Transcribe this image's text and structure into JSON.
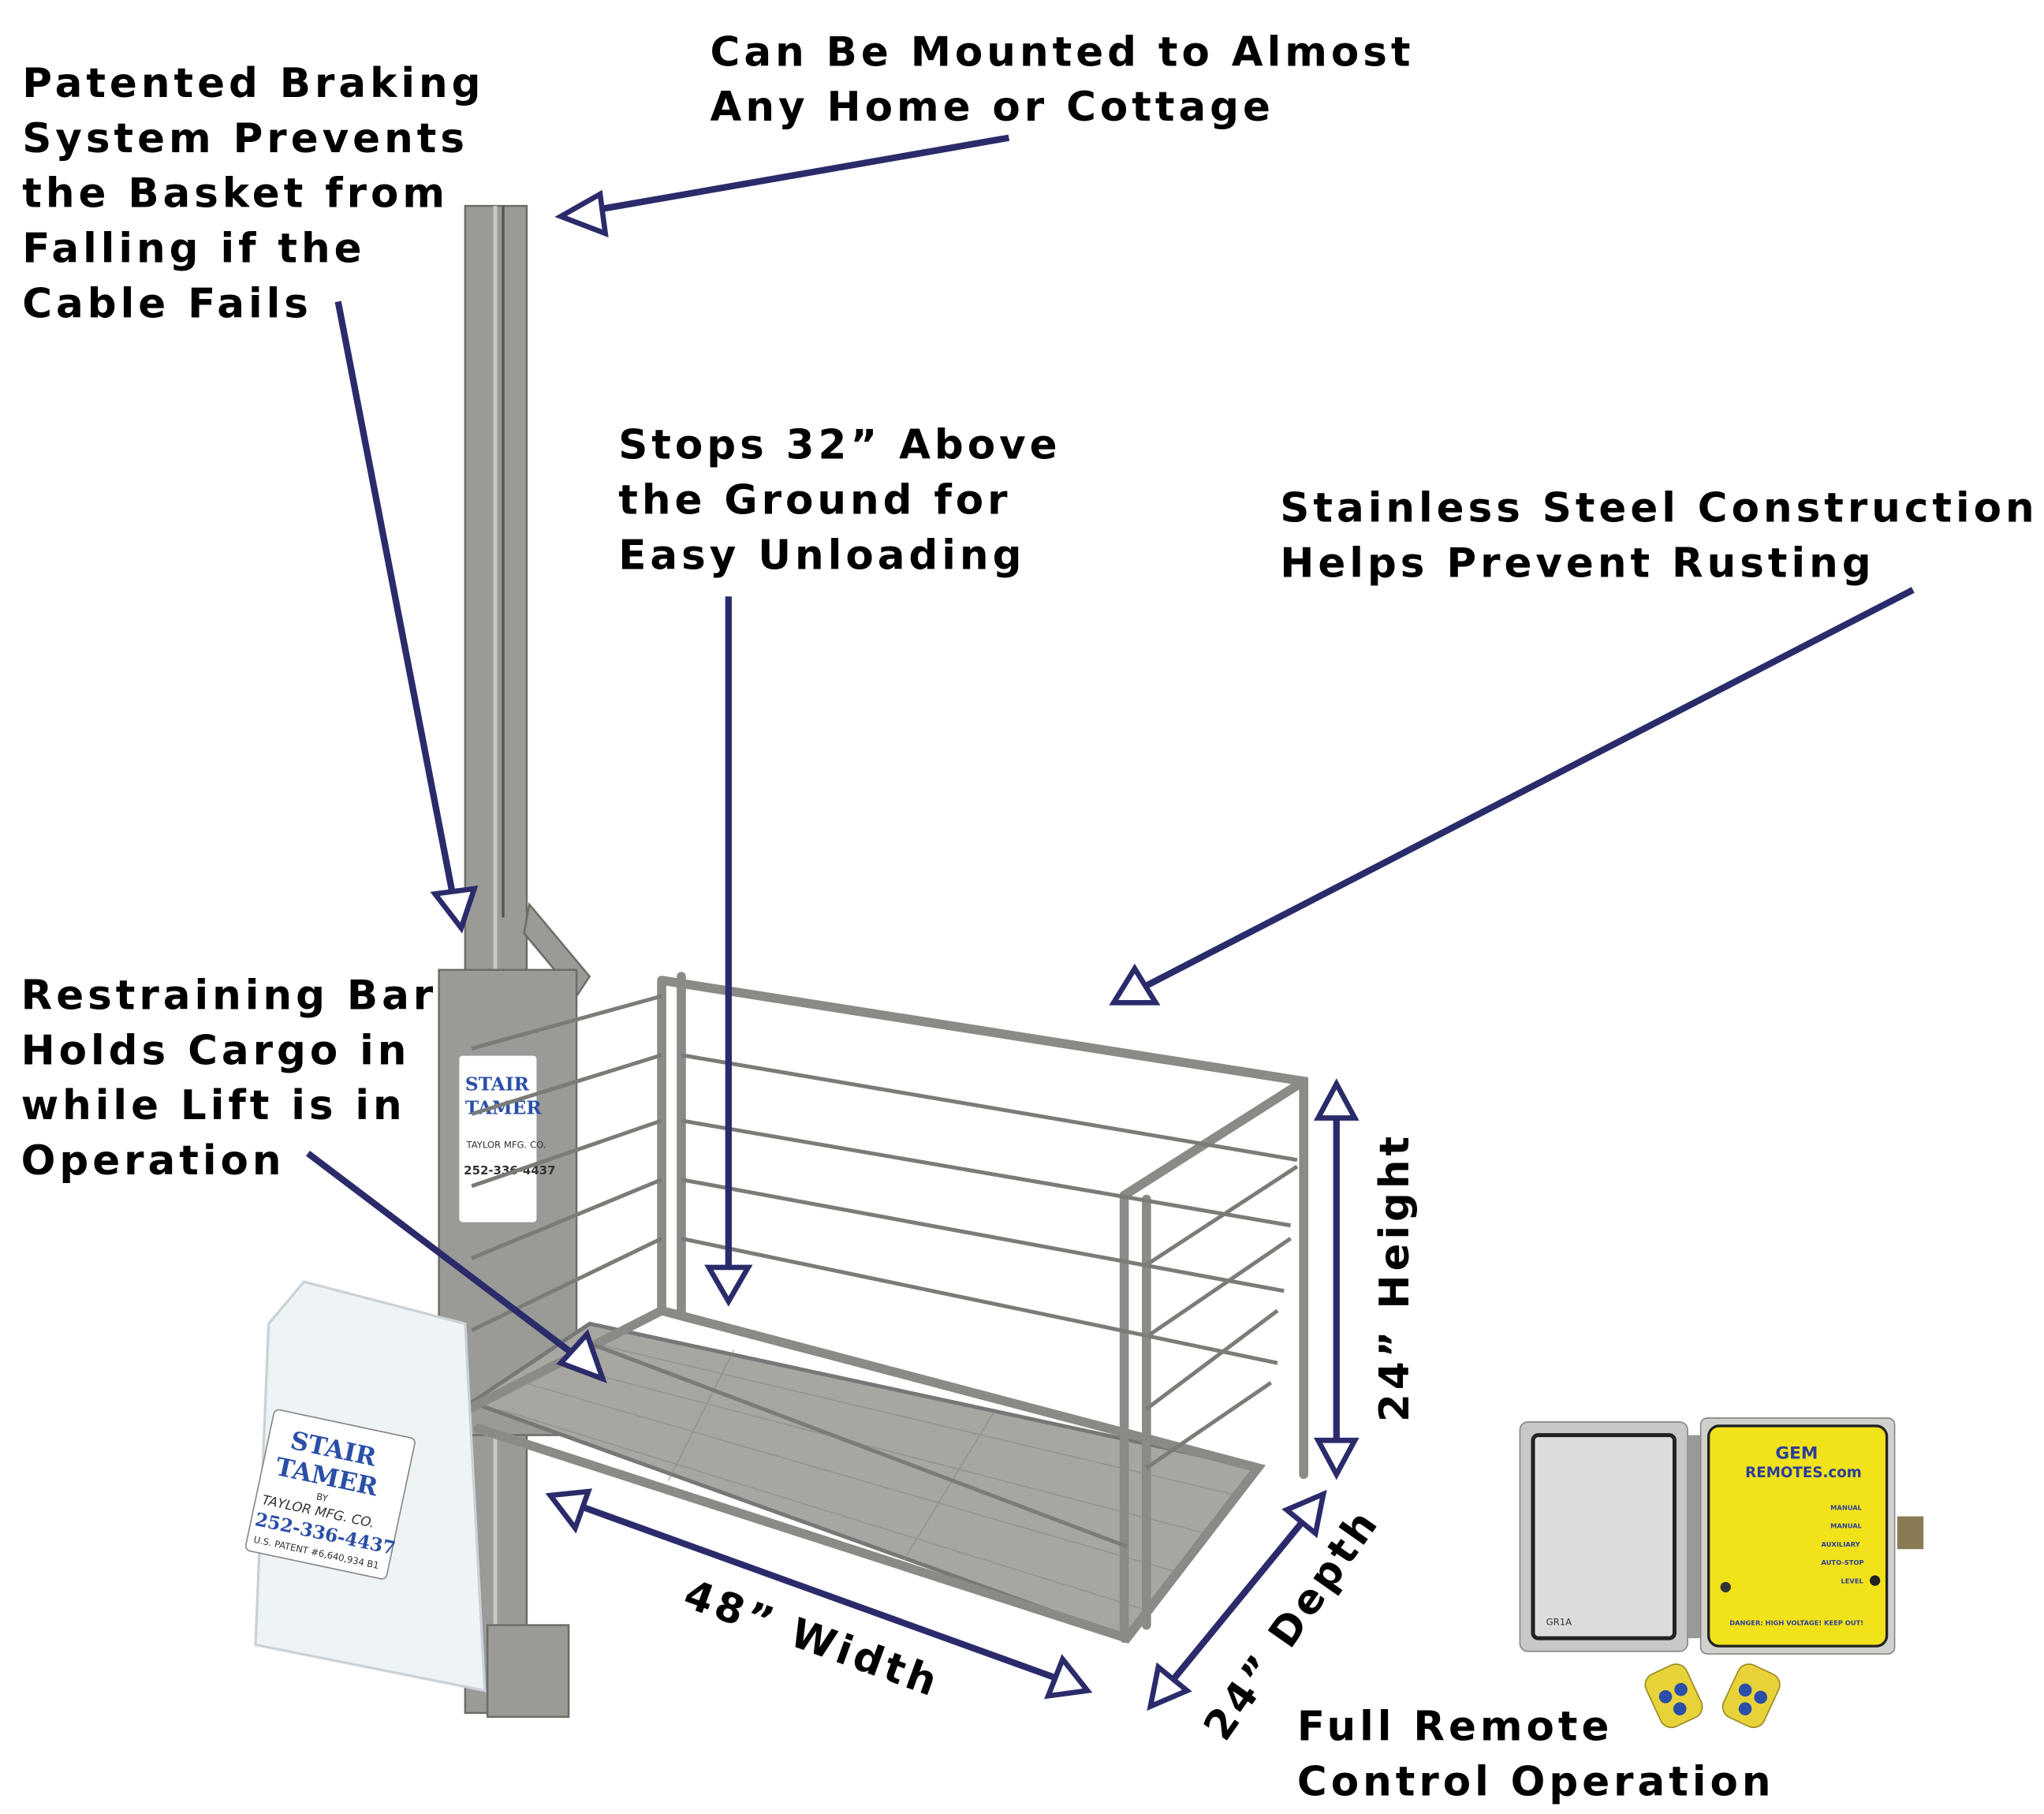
{
  "annotations": {
    "braking": [
      "Patented Braking",
      "System Prevents",
      "the Basket from",
      "Falling if the",
      "Cable Fails"
    ],
    "mounted": [
      "Can Be Mounted to Almost",
      "Any Home or Cottage"
    ],
    "stops": [
      "Stops 32” Above",
      "the Ground for",
      "Easy Unloading"
    ],
    "stainless": [
      "Stainless Steel Construction",
      "Helps Prevent Rusting"
    ],
    "restraining": [
      "Restraining Bar",
      "Holds Cargo in",
      "while Lift is in",
      "Operation"
    ],
    "width": "48” Width",
    "depth": "24” Depth",
    "height": "24” Height",
    "remote": [
      "Full Remote",
      "Control Operation"
    ]
  },
  "product_labels": {
    "brand_line1": "STAIR",
    "brand_line2": "TAMER",
    "by": "BY",
    "maker": "TAYLOR MFG. CO.",
    "phone": "252-336-4437",
    "patent": "U.S. PATENT #6,640,934 B1"
  },
  "control_box": {
    "logo_line1": "GEM",
    "logo_line2": "REMOTES.com",
    "buttons": [
      "MANUAL",
      "MANUAL",
      "AUXILIARY",
      "AUTO-STOP",
      "LEVEL"
    ],
    "danger": "DANGER: HIGH VOLTAGE! KEEP OUT!",
    "model": "GR1A"
  },
  "colors": {
    "arrow": "#2b2b6b",
    "panel_yellow": "#f2e21a",
    "brand_blue": "#2a4fa8"
  }
}
